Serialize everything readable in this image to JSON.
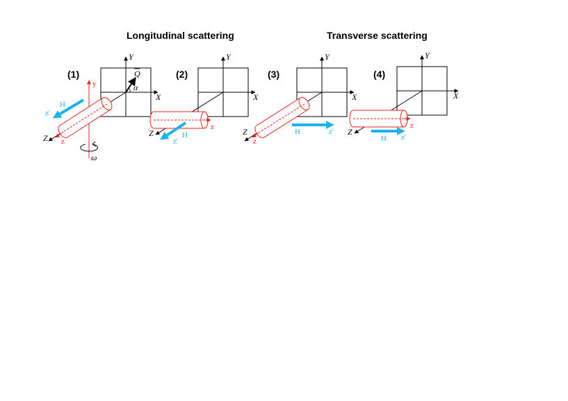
{
  "headers": {
    "longitudinal": "Longitudinal scattering",
    "transverse": "Transverse scattering"
  },
  "panels": [
    {
      "number": "(1)",
      "axis_x": "X",
      "axis_y": "Y",
      "axis_z": "Z",
      "sample_y": "y",
      "sample_z": "z",
      "prime_z": "z'",
      "field": "H",
      "q_vector": "Q",
      "angle": "α",
      "rotation": "ω"
    },
    {
      "number": "(2)",
      "axis_x": "X",
      "axis_y": "Y",
      "axis_z": "Z",
      "sample_z": "z",
      "prime_z": "z'",
      "field": "H"
    },
    {
      "number": "(3)",
      "axis_x": "X",
      "axis_y": "Y",
      "axis_z": "Z",
      "sample_z": "z",
      "prime_z": "z'",
      "field": "H"
    },
    {
      "number": "(4)",
      "axis_x": "X",
      "axis_y": "Y",
      "axis_z": "Z",
      "sample_z": "z",
      "prime_z": "z'",
      "field": "H"
    }
  ],
  "colors": {
    "sample": "#e8201a",
    "field": "#1ab4ec",
    "axes": "#000000"
  }
}
